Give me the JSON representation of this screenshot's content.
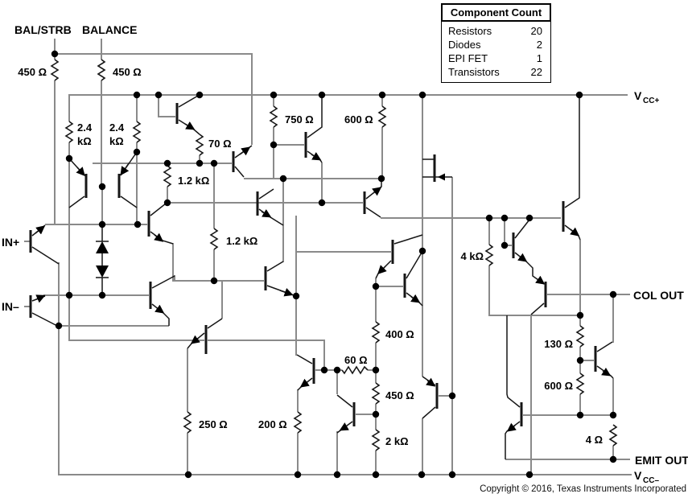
{
  "schematic": {
    "pins": {
      "bal_strb": "BAL/STRB",
      "balance": "BALANCE",
      "in_plus": "IN+",
      "in_minus": "IN–",
      "vcc_plus_v": "V",
      "vcc_plus_sub": "CC+",
      "vcc_minus_v": "V",
      "vcc_minus_sub": "CC–",
      "col_out": "COL OUT",
      "emit_out": "EMIT OUT"
    },
    "resistors": {
      "r450_strb": "450 Ω",
      "r450_bal": "450 Ω",
      "r2k4_a_1": "2.4",
      "r2k4_a_2": "kΩ",
      "r2k4_b_1": "2.4",
      "r2k4_b_2": "kΩ",
      "r70": "70 Ω",
      "r750": "750 Ω",
      "r600_top": "600 Ω",
      "r1k2_a": "1.2 kΩ",
      "r1k2_b": "1.2 kΩ",
      "r4k": "4 kΩ",
      "r400": "400 Ω",
      "r60": "60 Ω",
      "r450_mid": "450 Ω",
      "r2k": "2 kΩ",
      "r250": "250 Ω",
      "r200": "200 Ω",
      "r130": "130 Ω",
      "r600_out": "600 Ω",
      "r4": "4 Ω"
    }
  },
  "component_count": {
    "title": "Component Count",
    "rows": [
      {
        "name": "Resistors",
        "count": "20"
      },
      {
        "name": "Diodes",
        "count": "2"
      },
      {
        "name": "EPI FET",
        "count": "1"
      },
      {
        "name": "Transistors",
        "count": "22"
      }
    ]
  },
  "footer": {
    "copyright": "Copyright © 2016, Texas Instruments Incorporated"
  }
}
